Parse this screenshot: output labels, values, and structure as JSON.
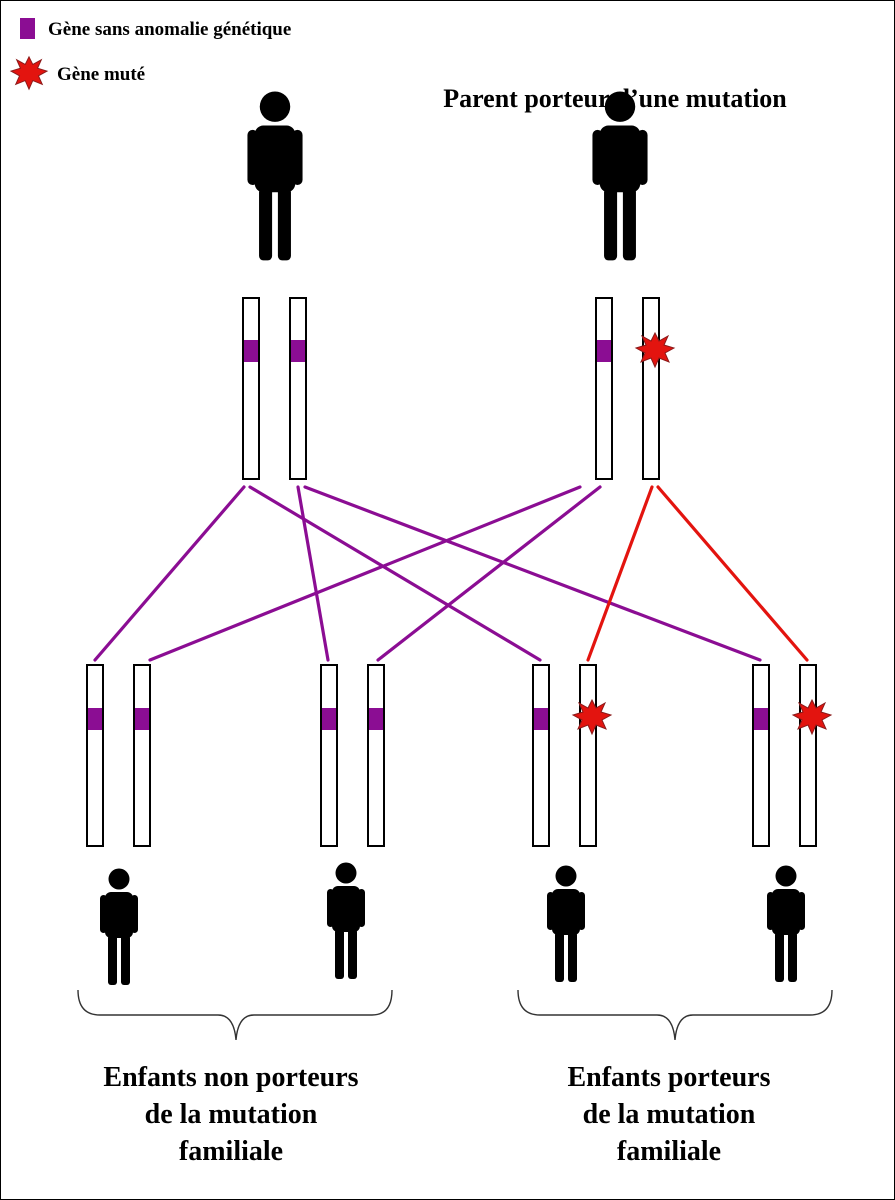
{
  "legend": {
    "normal_gene": "Gène sans anomalie génétique",
    "mutated_gene": "Gène muté"
  },
  "parent_label": "Parent porteur d’une mutation",
  "groups": {
    "non_carriers": [
      "Enfants non porteurs",
      "de la mutation",
      "familiale"
    ],
    "carriers": [
      "Enfants porteurs",
      "de la mutation",
      "familiale"
    ]
  },
  "colors": {
    "normal_gene": "#8b0d93",
    "normal_line": "#8b0d93",
    "mutation": "#e3140f",
    "figure": "#000000"
  }
}
